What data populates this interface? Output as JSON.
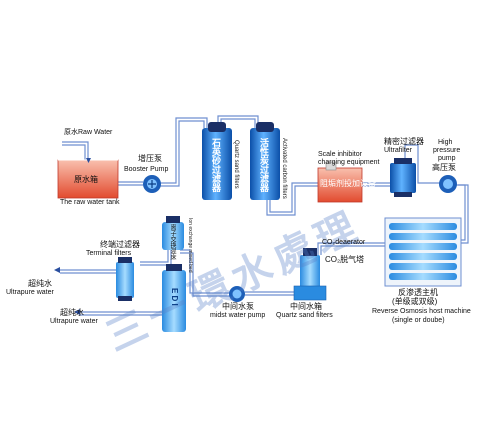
{
  "labels": {
    "raw_water_in": "原水Raw Water",
    "raw_tank_cn": "原水箱",
    "raw_tank_en": "The raw water tank",
    "booster_cn": "增压泵",
    "booster_en": "Booster Pump",
    "quartz_cn": "石英砂过滤器",
    "quartz_en": "Quartz sand filters",
    "carbon_cn": "活性炭过滤器",
    "carbon_en": "Activated carbon filters",
    "scale_en_1": "Scale inhibitor",
    "scale_en_2": "charging equipment",
    "scale_cn": "阻垢剂投加设备",
    "ultra_cn": "精密过滤器",
    "ultra_en": "Ultrafilter",
    "hp_en_1": "High",
    "hp_en_2": "pressure",
    "hp_en_3": "pump",
    "hp_cn": "高压泵",
    "co2_en": "CO₂deaerator",
    "co2_cn": "CO₂脱气塔",
    "ro_cn": "反渗透主机",
    "ro_cn2": "(单级或双级)",
    "ro_en_1": "Reverse Osmosis host machine",
    "ro_en_2": "(single or doube)",
    "mid_tank_cn": "中间水箱",
    "mid_tank_en": "Quartz sand filters",
    "mid_pump_cn": "中间水泵",
    "mid_pump_en": "midst water pump",
    "mixed_bed_cn": "离子交换混床",
    "mixed_bed_en": "Ion exchange mixed bed",
    "edi": "E D I",
    "terminal_cn": "终端过滤器",
    "terminal_en": "Terminal filters",
    "ultrapure_cn_1": "超纯水",
    "ultrapure_en_1": "Ultrapure water",
    "ultrapure_cn_2": "超纯水",
    "ultrapure_en_2": "Ultrapure water"
  },
  "watermark": "三一環水處理",
  "colors": {
    "pipe": "#7f9ed6",
    "pipe_dark": "#3f66b3",
    "vessel_blue": "#1e7fd6",
    "tank_red": "#e8604a",
    "tank_light": "#f6b49f"
  }
}
